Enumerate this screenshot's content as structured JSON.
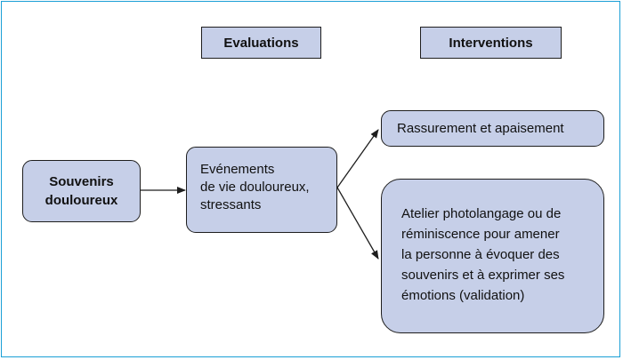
{
  "headers": {
    "evaluations": "Evaluations",
    "interventions": "Interventions"
  },
  "nodes": {
    "souvenirs": [
      "Souvenirs",
      "douloureux"
    ],
    "evenements": [
      "Evénements",
      "de vie douloureux,",
      "stressants"
    ],
    "rassurement": "Rassurement et apaisement",
    "atelier": [
      "Atelier photolangage ou de",
      "réminiscence pour amener",
      "la personne à évoquer des",
      "souvenirs et à exprimer ses",
      "émotions (validation)"
    ]
  },
  "colors": {
    "box_fill": "#c6cfe8",
    "border": "#1e1e1e",
    "frame": "#1a9fd6"
  }
}
